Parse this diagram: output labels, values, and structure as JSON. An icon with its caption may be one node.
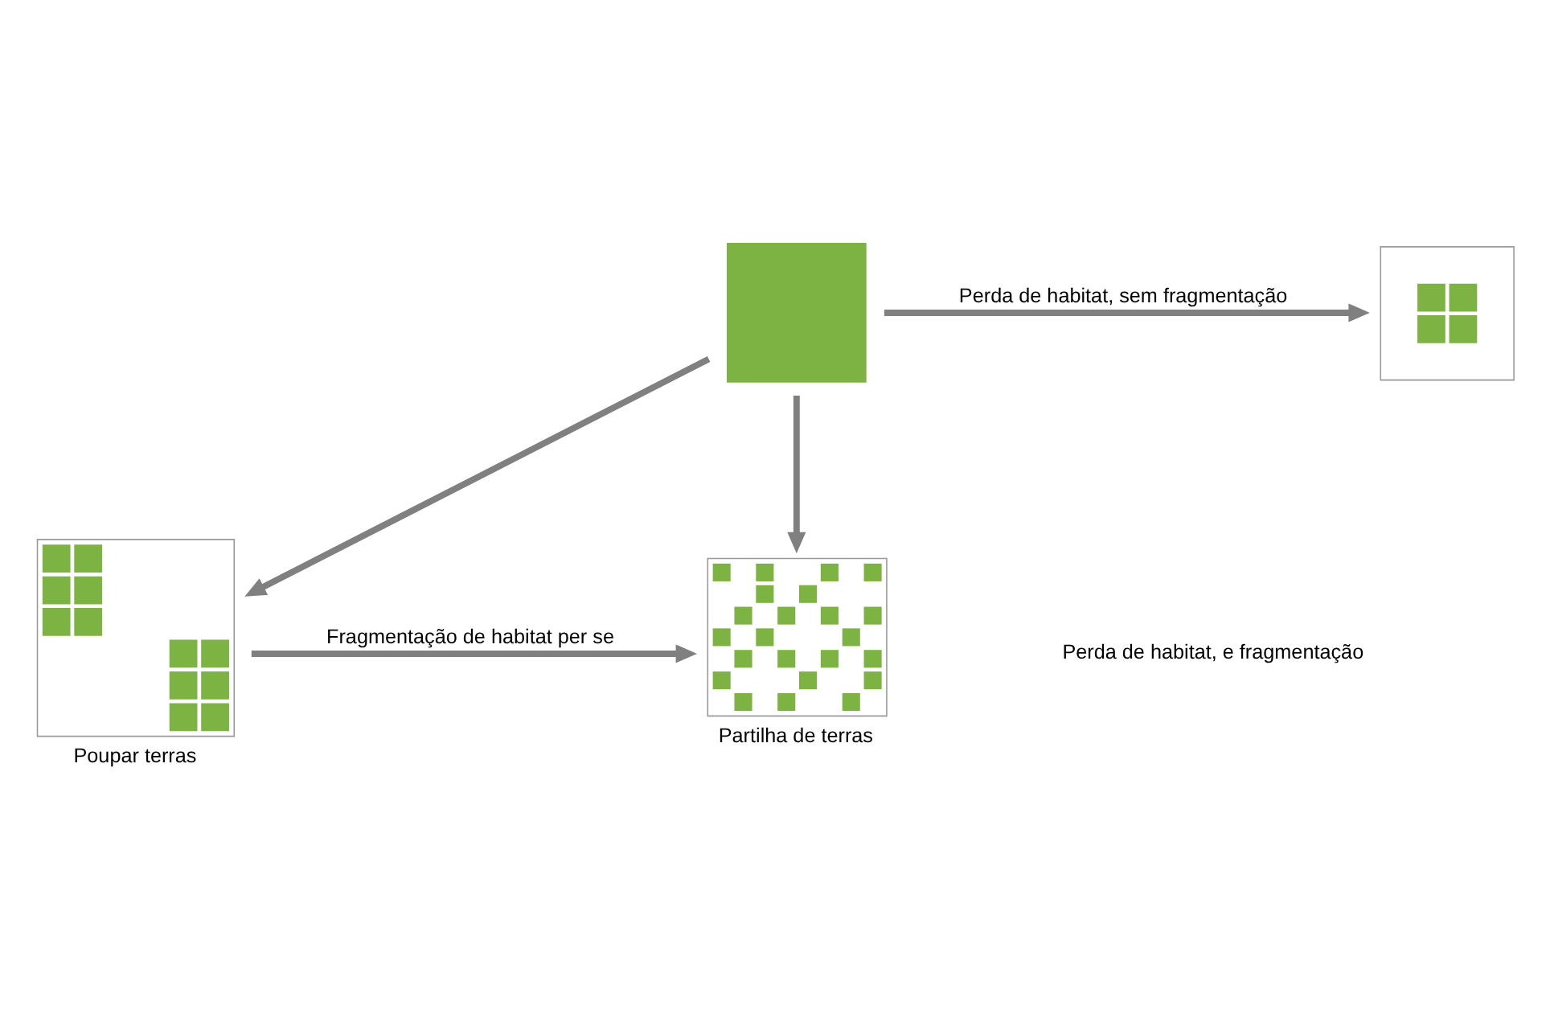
{
  "diagram": {
    "nodes": [
      {
        "text": [],
        "shape": "box"
      },
      {
        "text": [],
        "shape": "box"
      },
      {
        "text": [],
        "shape": "box",
        "beside": [
          "Poupar terras"
        ]
      },
      {
        "text": [],
        "shape": "box",
        "beside": [
          "Partilha de terras"
        ]
      }
    ],
    "edges": [
      {
        "from": 0,
        "to": 1,
        "arrow": "to",
        "label": "Perda de habitat, sem fragmentação"
      },
      {
        "from": 0,
        "to": 2,
        "arrow": "to"
      },
      {
        "from": 0,
        "to": 3,
        "arrow": "to"
      },
      {
        "from": 2,
        "to": 3,
        "arrow": "to",
        "label": "Fragmentação de habitat per se"
      }
    ],
    "labels": [
      "Perda de habitat, e fragmentação"
    ]
  }
}
